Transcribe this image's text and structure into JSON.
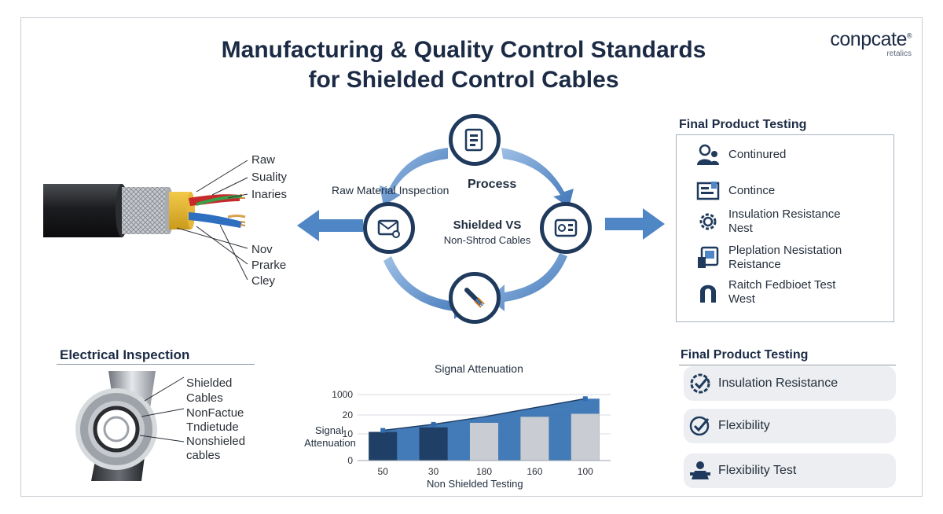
{
  "title": {
    "line1": "Manufacturing & Quality Control Standards",
    "line2": "for Shielded Control Cables"
  },
  "logo": {
    "name": "conpcate",
    "registered": "®",
    "sub": "retalics"
  },
  "cable_labels": [
    "Raw",
    "Suality",
    "Inaries",
    "Nov",
    "Prarke",
    "Cley"
  ],
  "cycle": {
    "left_label": "Raw Material Inspection",
    "top_label": "Process",
    "center_line1": "Shielded VS",
    "center_line2": "Non-Shtrod Cables"
  },
  "final_testing_top": {
    "heading": "Final Product Testing",
    "items": [
      {
        "icon": "people-icon",
        "line1": "Continured",
        "line2": ""
      },
      {
        "icon": "document-icon",
        "line1": "Contince",
        "line2": ""
      },
      {
        "icon": "gear-icon",
        "line1": "Insulation Resistance",
        "line2": "Nest"
      },
      {
        "icon": "device-icon",
        "line1": "Pleplation Nesistation",
        "line2": "Reistance"
      },
      {
        "icon": "magnet-icon",
        "line1": "Raitch Fedbioet Test",
        "line2": "West"
      }
    ]
  },
  "electrical": {
    "heading": "Electrical Inspection",
    "labels": [
      "Shielded",
      "Cables",
      "NonFactue",
      "Tndietude",
      "Nonshieled",
      "cables"
    ]
  },
  "chart_data": {
    "type": "bar",
    "title": "Signal Attenuation",
    "ylabel_line1": "Signal",
    "ylabel_line2": "Attenuation",
    "xlabel": "Non Shielded Testing",
    "y_ticks": [
      "1000",
      "20",
      "10",
      "0"
    ],
    "categories": [
      "50",
      "30",
      "180",
      "160",
      "100"
    ],
    "series": [
      {
        "name": "",
        "values": [
          38,
          44,
          50,
          58,
          62
        ],
        "color": "#1f3f66"
      },
      {
        "name": "",
        "values": [
          0,
          0,
          50,
          58,
          62
        ],
        "color": "#c9ccd2"
      }
    ],
    "trend": [
      40,
      48,
      58,
      70,
      82
    ],
    "area_color": "#2f6db0",
    "ylim": [
      0,
      100
    ],
    "grid": true
  },
  "final_testing_bottom": {
    "heading": "Final Product Testing",
    "items": [
      {
        "icon": "check-gear-icon",
        "label": "Insulation Resistance"
      },
      {
        "icon": "check-icon",
        "label": "Flexibility"
      },
      {
        "icon": "worker-icon",
        "label": "Flexibility Test"
      }
    ]
  },
  "colors": {
    "navy": "#1f3a5c",
    "arrow_blue": "#4f86c6",
    "accent": "#2f6db0"
  }
}
